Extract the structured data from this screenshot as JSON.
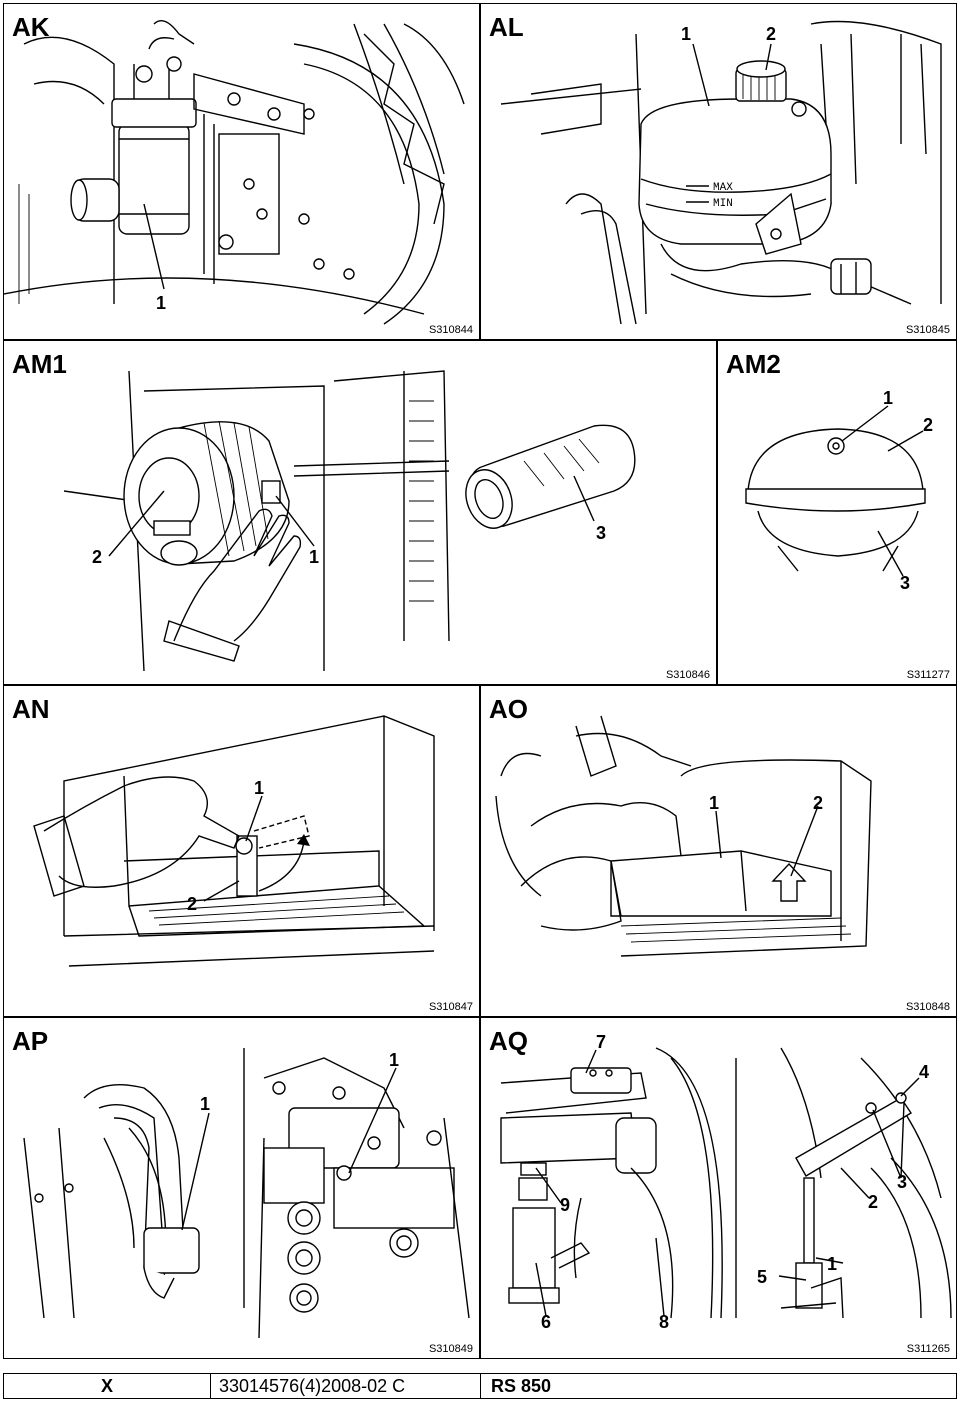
{
  "panels": {
    "AK": {
      "label": "AK",
      "code": "S310844",
      "callouts": [
        "1"
      ]
    },
    "AL": {
      "label": "AL",
      "code": "S310845",
      "callouts": [
        "1",
        "2"
      ],
      "tank_marks": [
        "MAX",
        "MIN"
      ]
    },
    "AM1": {
      "label": "AM1",
      "code": "S310846",
      "callouts": [
        "1",
        "2",
        "3"
      ]
    },
    "AM2": {
      "label": "AM2",
      "code": "S311277",
      "callouts": [
        "1",
        "2",
        "3"
      ]
    },
    "AN": {
      "label": "AN",
      "code": "S310847",
      "callouts": [
        "1",
        "2"
      ]
    },
    "AO": {
      "label": "AO",
      "code": "S310848",
      "callouts": [
        "1",
        "2"
      ]
    },
    "AP": {
      "label": "AP",
      "code": "S310849",
      "callouts": [
        "1",
        "1"
      ]
    },
    "AQ": {
      "label": "AQ",
      "code": "S311265",
      "callouts": [
        "7",
        "9",
        "6",
        "8",
        "4",
        "3",
        "2",
        "5",
        "1"
      ]
    }
  },
  "footer": {
    "section": "X",
    "document": "33014576(4)2008-02 C",
    "model": "RS 850"
  }
}
